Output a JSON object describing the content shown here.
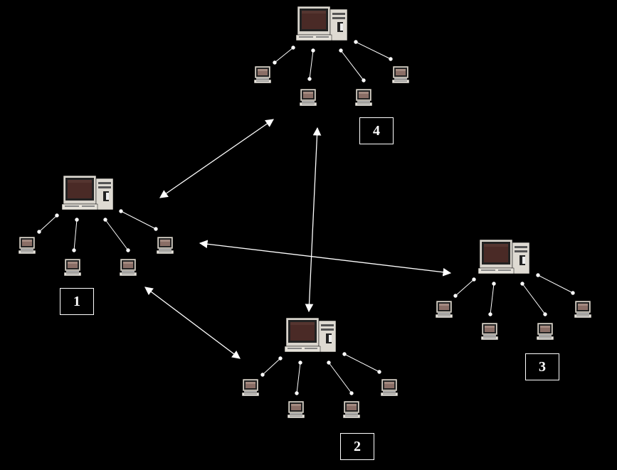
{
  "diagram": {
    "background": "#000000",
    "line_color": "#ffffff",
    "clusters": [
      {
        "id": "cluster-1",
        "label": "1",
        "clients": 4
      },
      {
        "id": "cluster-2",
        "label": "2",
        "clients": 4
      },
      {
        "id": "cluster-3",
        "label": "3",
        "clients": 4
      },
      {
        "id": "cluster-4",
        "label": "4",
        "clients": 4
      }
    ],
    "connections": [
      {
        "from": "1",
        "to": "4",
        "direction": "both"
      },
      {
        "from": "1",
        "to": "3",
        "direction": "both"
      },
      {
        "from": "1",
        "to": "2",
        "direction": "both"
      },
      {
        "from": "2",
        "to": "4",
        "direction": "both"
      }
    ],
    "icons": {
      "server": "desktop-computer-icon",
      "client": "terminal-computer-icon"
    }
  }
}
